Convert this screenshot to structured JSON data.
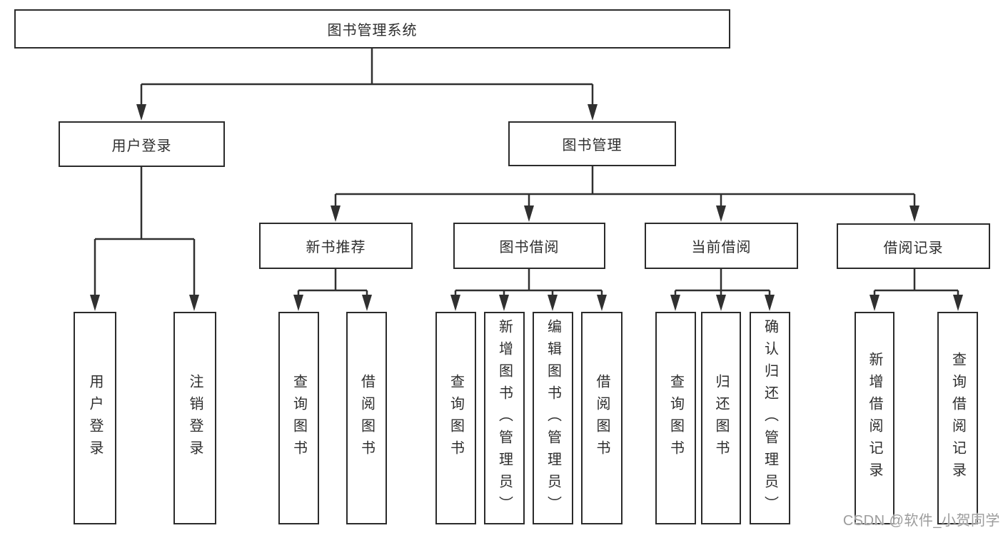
{
  "diagram": {
    "root": "图书管理系统",
    "groups": [
      {
        "label": "用户登录",
        "leaves": [
          "用户登录",
          "注销登录"
        ]
      },
      {
        "label": "图书管理",
        "sections": [
          {
            "label": "新书推荐",
            "leaves": [
              "查询图书",
              "借阅图书"
            ]
          },
          {
            "label": "图书借阅",
            "leaves": [
              "查询图书",
              "新增图书（管理员）",
              "编辑图书（管理员）",
              "借阅图书"
            ]
          },
          {
            "label": "当前借阅",
            "leaves": [
              "查询图书",
              "归还图书",
              "确认归还（管理员）"
            ]
          },
          {
            "label": "借阅记录",
            "leaves": [
              "新增借阅记录",
              "查询借阅记录"
            ]
          }
        ]
      }
    ]
  },
  "watermark": {
    "text": "CSDN @软件_小贺同学",
    "color": "#9c9c9c"
  },
  "colors": {
    "line": "#303030",
    "box_border": "#2b2b2b",
    "box_bg": "#ffffff",
    "text": "#2e2e2e"
  }
}
